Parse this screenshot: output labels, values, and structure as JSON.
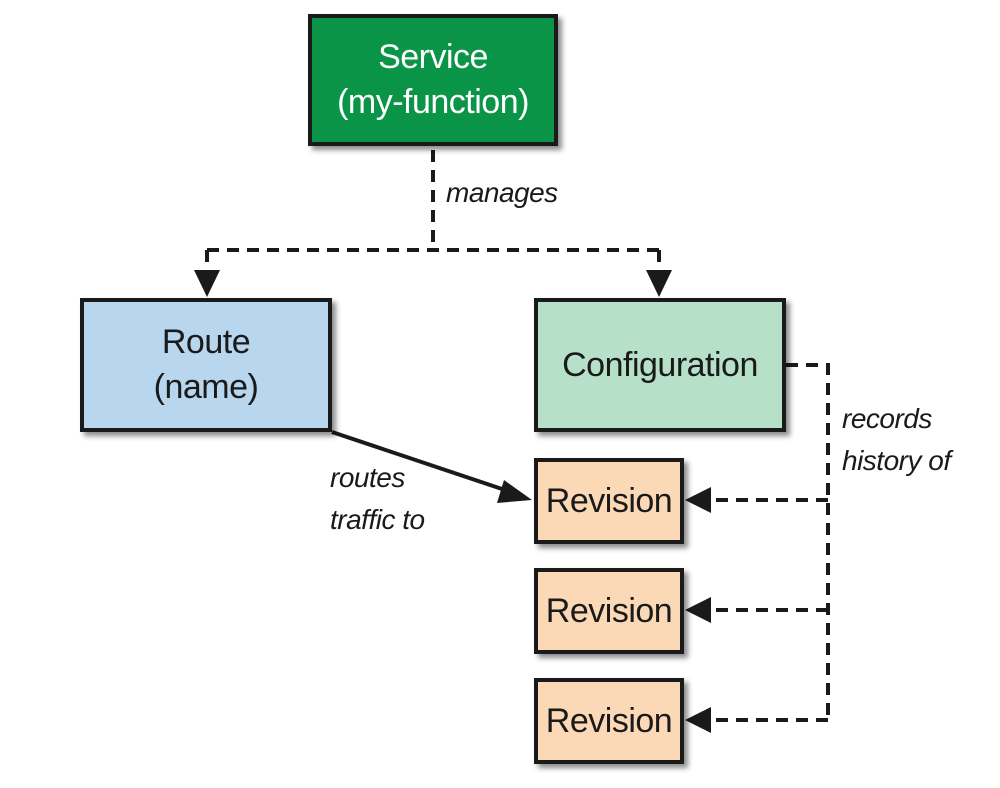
{
  "colors": {
    "service_fill": "#0a9447",
    "route_fill": "#b8d6ee",
    "configuration_fill": "#b6e0c8",
    "revision_fill": "#fcd9b6",
    "line": "#1a1a1a"
  },
  "nodes": {
    "service": {
      "line1": "Service",
      "line2": "(my-function)"
    },
    "route": {
      "line1": "Route",
      "line2": "(name)"
    },
    "configuration": {
      "label": "Configuration"
    },
    "revisions": [
      {
        "label": "Revision"
      },
      {
        "label": "Revision"
      },
      {
        "label": "Revision"
      }
    ]
  },
  "edges": {
    "manages": {
      "label": "manages",
      "style": "dashed"
    },
    "routes_traffic_to": {
      "line1": "routes",
      "line2": "traffic to",
      "style": "solid"
    },
    "records_history_of": {
      "line1": "records",
      "line2": "history of",
      "style": "dashed"
    }
  }
}
